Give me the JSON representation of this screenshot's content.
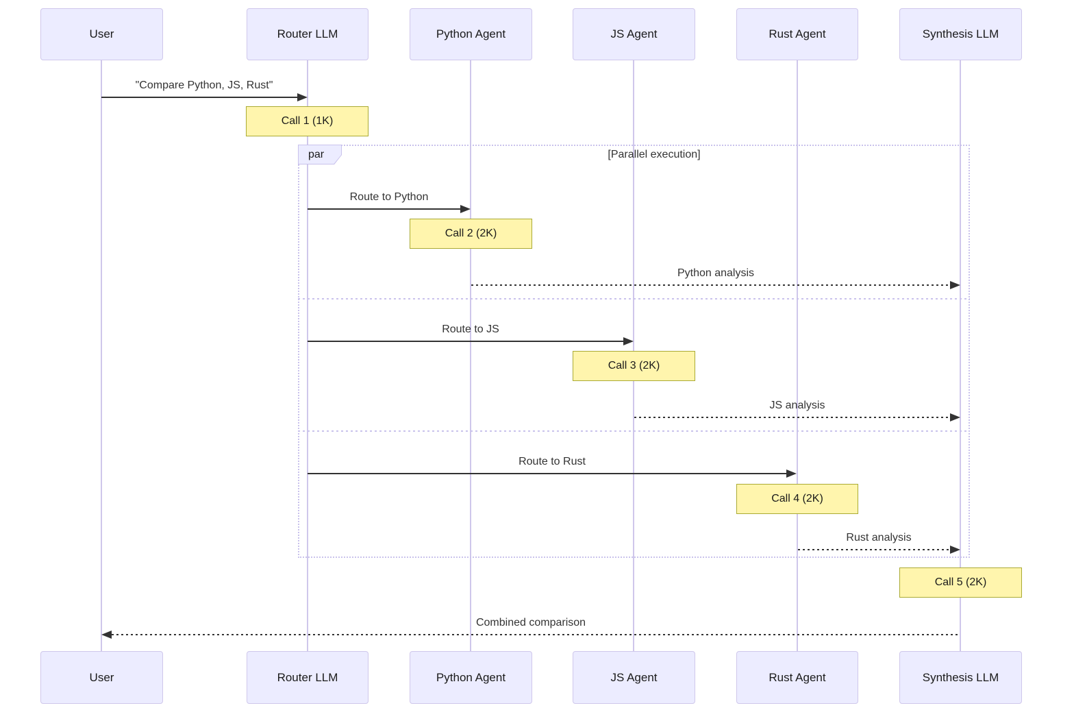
{
  "diagram": {
    "type": "sequence-diagram",
    "colors": {
      "background": "#FFFFFF",
      "actor_fill": "#ECECFF",
      "actor_border": "#CFC7EB",
      "lifeline": "#CFC7EB",
      "note_fill": "#FFF5AD",
      "note_border": "#AAAA33",
      "arrow": "#333333",
      "frame_border": "#C9C2EC",
      "text": "#333333"
    },
    "actors": [
      {
        "label": "User"
      },
      {
        "label": "Router LLM"
      },
      {
        "label": "Python Agent"
      },
      {
        "label": "JS Agent"
      },
      {
        "label": "Rust Agent"
      },
      {
        "label": "Synthesis LLM"
      }
    ],
    "messages": [
      {
        "label": "\"Compare Python, JS, Rust\"",
        "from": "User",
        "to": "Router LLM",
        "style": "solid"
      },
      {
        "label": "Route to Python",
        "from": "Router LLM",
        "to": "Python Agent",
        "style": "solid"
      },
      {
        "label": "Python analysis",
        "from": "Python Agent",
        "to": "Synthesis LLM",
        "style": "dashed"
      },
      {
        "label": "Route to JS",
        "from": "Router LLM",
        "to": "JS Agent",
        "style": "solid"
      },
      {
        "label": "JS analysis",
        "from": "JS Agent",
        "to": "Synthesis LLM",
        "style": "dashed"
      },
      {
        "label": "Route to Rust",
        "from": "Router LLM",
        "to": "Rust Agent",
        "style": "solid"
      },
      {
        "label": "Rust analysis",
        "from": "Rust Agent",
        "to": "Synthesis LLM",
        "style": "dashed"
      },
      {
        "label": "Combined comparison",
        "from": "Synthesis LLM",
        "to": "User",
        "style": "dashed"
      }
    ],
    "notes": [
      {
        "label": "Call 1 (1K)",
        "over": "Router LLM"
      },
      {
        "label": "Call 2 (2K)",
        "over": "Python Agent"
      },
      {
        "label": "Call 3 (2K)",
        "over": "JS Agent"
      },
      {
        "label": "Call 4 (2K)",
        "over": "Rust Agent"
      },
      {
        "label": "Call 5 (2K)",
        "over": "Synthesis LLM"
      }
    ],
    "par_block": {
      "tag": "par",
      "condition": "[Parallel execution]"
    }
  }
}
